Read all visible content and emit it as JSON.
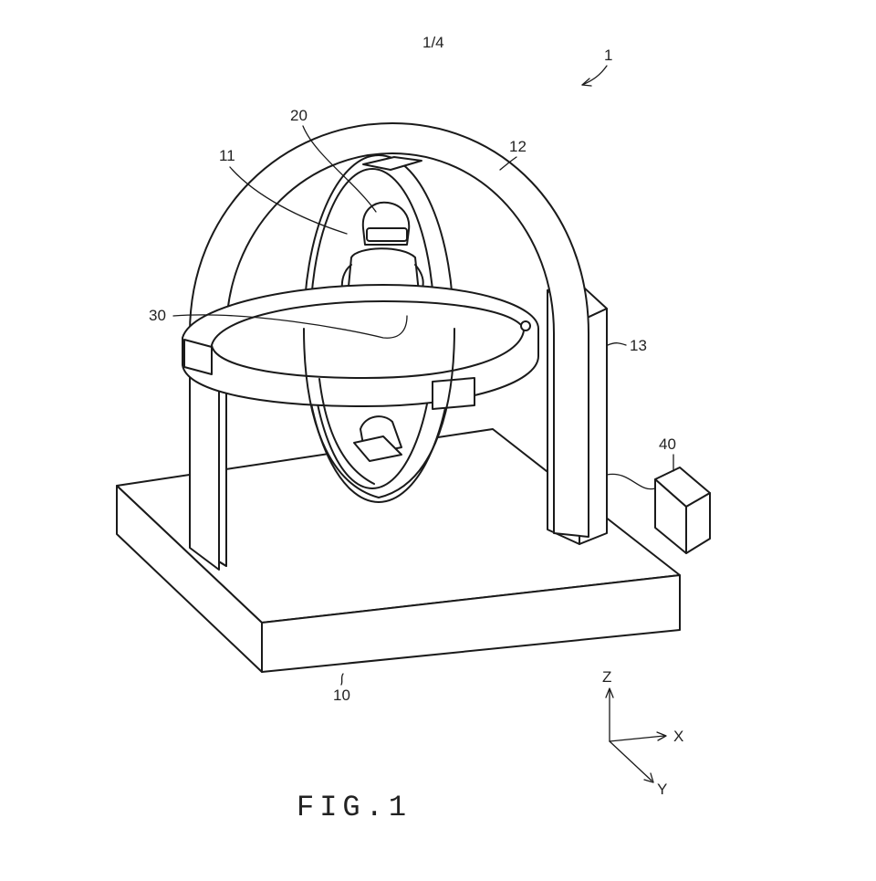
{
  "page": {
    "number": "1/4"
  },
  "figure": {
    "title": "FIG.1",
    "ref_overall": "1",
    "labels": {
      "base": "10",
      "inner_ring": "11",
      "outer_frame": "12",
      "tower": "13",
      "occupant": "20",
      "controller": "30",
      "box": "40"
    },
    "axes": {
      "z": "Z",
      "x": "X",
      "y": "Y"
    }
  }
}
